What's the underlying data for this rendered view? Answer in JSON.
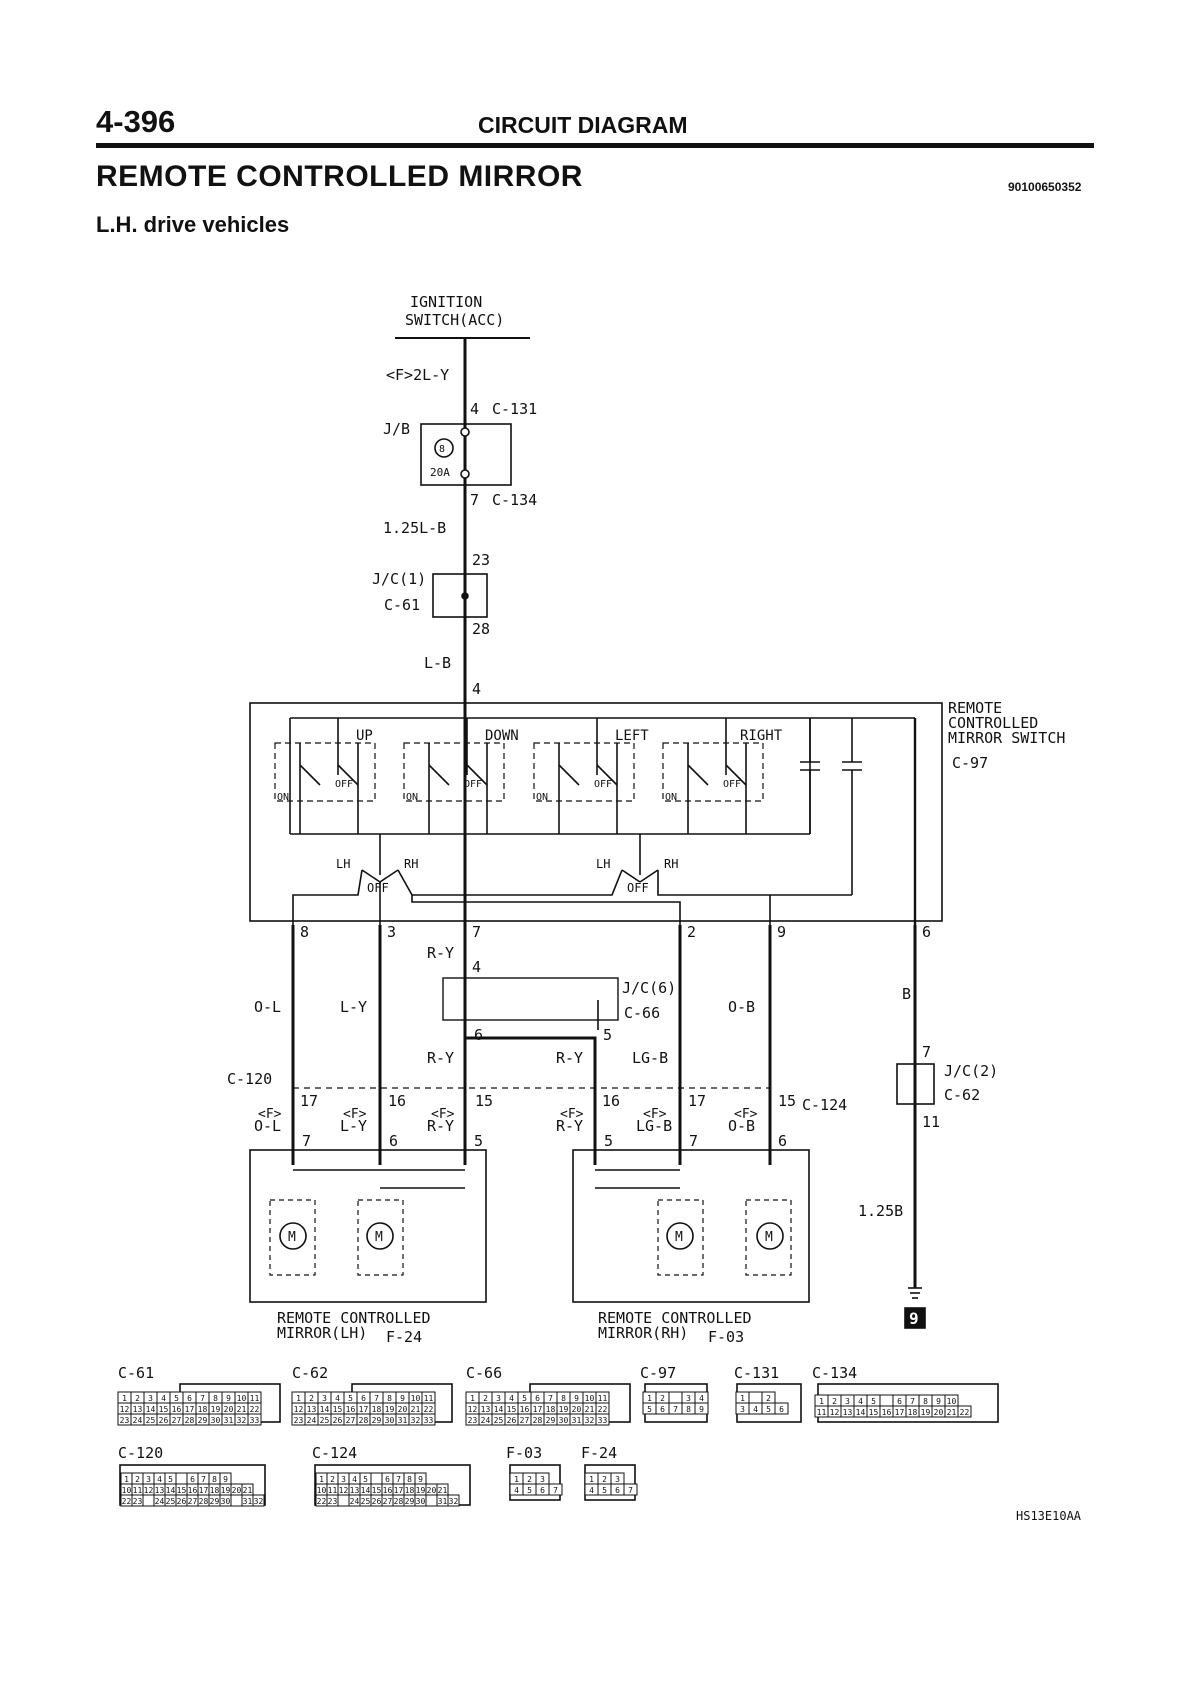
{
  "header": {
    "page_number": "4-396",
    "section": "CIRCUIT DIAGRAM",
    "title": "REMOTE CONTROLLED MIRROR",
    "doc_number": "90100650352",
    "subtitle": "L.H. drive vehicles"
  },
  "power": {
    "ignition_line1": "IGNITION",
    "ignition_line2": "SWITCH(ACC)",
    "wire_top": "<F>2L-Y",
    "pin_4": "4",
    "conn_c131": "C-131",
    "jb_label": "J/B",
    "fuse_no": "8",
    "fuse_amp": "20A",
    "pin_7": "7",
    "conn_c134": "C-134",
    "wire_125lb": "1.25L-B",
    "pin_23": "23",
    "jc1_label": "J/C(1)",
    "conn_c61": "C-61",
    "pin_28": "28",
    "wire_lb": "L-B",
    "pin_4b": "4"
  },
  "mirror_switch": {
    "label1": "REMOTE",
    "label2": "CONTROLLED",
    "label3": "MIRROR SWITCH",
    "conn": "C-97",
    "dirs": [
      "UP",
      "DOWN",
      "LEFT",
      "RIGHT"
    ],
    "sw_off": "OFF",
    "sw_on": "ON",
    "lh": "LH",
    "rh": "RH",
    "off": "OFF",
    "pins": [
      "8",
      "3",
      "7",
      "2",
      "9",
      "6"
    ]
  },
  "wires": {
    "ol": "O-L",
    "ly": "L-Y",
    "ry": "R-Y",
    "ry2": "R-Y",
    "ry3": "R-Y",
    "lgb": "LG-B",
    "ob": "O-B",
    "b": "B",
    "b125": "1.25B",
    "jc6_pin4": "4",
    "jc6_label": "J/C(6)",
    "conn_c66": "C-66",
    "jc6_pin6": "6",
    "jc6_pin5": "5"
  },
  "mid_conn": {
    "c120": "C-120",
    "c124": "C-124",
    "f": "<F>",
    "left_pins": [
      "17",
      "16",
      "15"
    ],
    "right_pins": [
      "16",
      "17",
      "15"
    ],
    "left_wires": [
      "O-L",
      "L-Y",
      "R-Y"
    ],
    "right_wires": [
      "R-Y",
      "LG-B",
      "O-B"
    ],
    "left_mirror_pins": [
      "7",
      "6",
      "5"
    ],
    "right_mirror_pins": [
      "5",
      "7",
      "6"
    ]
  },
  "ground": {
    "pin_7": "7",
    "jc2_label": "J/C(2)",
    "conn_c62": "C-62",
    "pin_11": "11",
    "ground_no": "9"
  },
  "mirrors": {
    "lh_line1": "REMOTE CONTROLLED",
    "lh_line2": "MIRROR(LH)",
    "lh_conn": "F-24",
    "rh_line1": "REMOTE CONTROLLED",
    "rh_line2": "MIRROR(RH)",
    "rh_conn": "F-03",
    "motor": "M"
  },
  "connectors": {
    "c61": {
      "name": "C-61",
      "rows": [
        [
          "1",
          "2",
          "3",
          "4",
          "5",
          "6",
          "7",
          "8",
          "9",
          "10",
          "11"
        ],
        [
          "12",
          "13",
          "14",
          "15",
          "16",
          "17",
          "18",
          "19",
          "20",
          "21",
          "22"
        ],
        [
          "23",
          "24",
          "25",
          "26",
          "27",
          "28",
          "29",
          "30",
          "31",
          "32",
          "33"
        ]
      ]
    },
    "c62": {
      "name": "C-62",
      "rows": [
        [
          "1",
          "2",
          "3",
          "4",
          "5",
          "6",
          "7",
          "8",
          "9",
          "10",
          "11"
        ],
        [
          "12",
          "13",
          "14",
          "15",
          "16",
          "17",
          "18",
          "19",
          "20",
          "21",
          "22"
        ],
        [
          "23",
          "24",
          "25",
          "26",
          "27",
          "28",
          "29",
          "30",
          "31",
          "32",
          "33"
        ]
      ]
    },
    "c66": {
      "name": "C-66",
      "rows": [
        [
          "1",
          "2",
          "3",
          "4",
          "5",
          "6",
          "7",
          "8",
          "9",
          "10",
          "11"
        ],
        [
          "12",
          "13",
          "14",
          "15",
          "16",
          "17",
          "18",
          "19",
          "20",
          "21",
          "22"
        ],
        [
          "23",
          "24",
          "25",
          "26",
          "27",
          "28",
          "29",
          "30",
          "31",
          "32",
          "33"
        ]
      ]
    },
    "c97": {
      "name": "C-97",
      "rows": [
        [
          "1",
          "2",
          "",
          "3",
          "4"
        ],
        [
          "5",
          "6",
          "7",
          "8",
          "9"
        ]
      ]
    },
    "c131": {
      "name": "C-131",
      "rows": [
        [
          "1",
          "",
          "2"
        ],
        [
          "3",
          "4",
          "5",
          "6"
        ]
      ]
    },
    "c134": {
      "name": "C-134",
      "rows": [
        [
          "1",
          "2",
          "3",
          "4",
          "5",
          "",
          "6",
          "7",
          "8",
          "9",
          "10"
        ],
        [
          "11",
          "12",
          "13",
          "14",
          "15",
          "16",
          "17",
          "18",
          "19",
          "20",
          "21",
          "22"
        ]
      ]
    },
    "c120": {
      "name": "C-120",
      "rows": [
        [
          "1",
          "2",
          "3",
          "4",
          "5",
          "",
          "6",
          "7",
          "8",
          "9"
        ],
        [
          "10",
          "11",
          "12",
          "13",
          "14",
          "15",
          "16",
          "17",
          "18",
          "19",
          "20",
          "21"
        ],
        [
          "22",
          "23",
          "",
          "24",
          "25",
          "26",
          "27",
          "28",
          "29",
          "30",
          "",
          "31",
          "32"
        ]
      ]
    },
    "c124": {
      "name": "C-124",
      "rows": [
        [
          "1",
          "2",
          "3",
          "4",
          "5",
          "",
          "6",
          "7",
          "8",
          "9"
        ],
        [
          "10",
          "11",
          "12",
          "13",
          "14",
          "15",
          "16",
          "17",
          "18",
          "19",
          "20",
          "21"
        ],
        [
          "22",
          "23",
          "",
          "24",
          "25",
          "26",
          "27",
          "28",
          "29",
          "30",
          "",
          "31",
          "32"
        ]
      ]
    },
    "f03": {
      "name": "F-03",
      "rows": [
        [
          "1",
          "2",
          "3"
        ],
        [
          "4",
          "5",
          "6",
          "7"
        ]
      ]
    },
    "f24": {
      "name": "F-24",
      "rows": [
        [
          "1",
          "2",
          "3"
        ],
        [
          "4",
          "5",
          "6",
          "7"
        ]
      ]
    }
  },
  "footer_code": "HS13E10AA"
}
